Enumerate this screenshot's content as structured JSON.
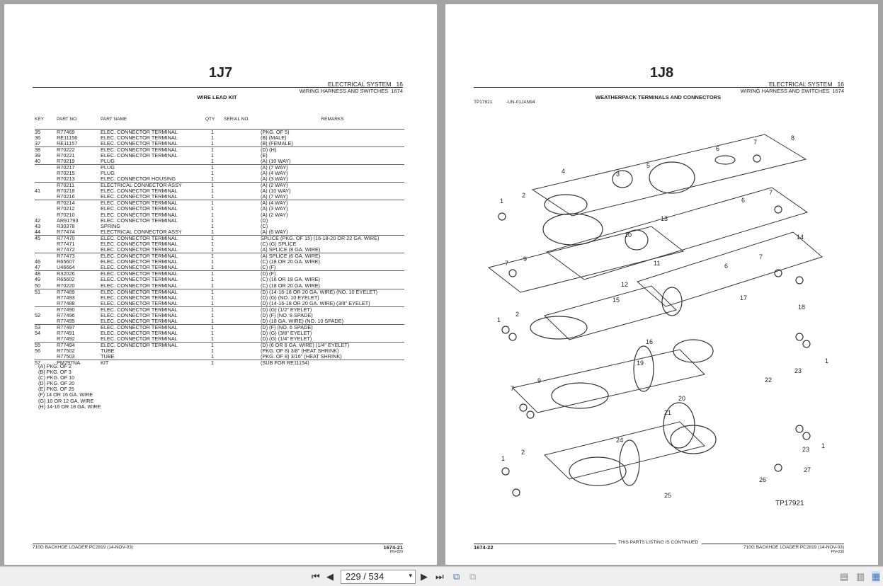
{
  "left_page": {
    "code": "1J7",
    "section": "ELECTRICAL SYSTEM",
    "section_no": "16",
    "subsection": "WIRING HARNESS AND SWITCHES",
    "subsection_no": "1674",
    "title": "WIRE LEAD KIT",
    "columns": [
      "KEY",
      "PART NO.",
      "PART NAME",
      "QTY",
      "SERIAL NO.",
      "REMARKS"
    ],
    "rows": [
      [
        "35",
        "R77469",
        "ELEC. CONNECTOR TERMINAL",
        "1",
        "",
        "(PKG. OF 5)"
      ],
      [
        "36",
        "RE11156",
        "ELEC. CONNECTOR TERMINAL",
        "1",
        "",
        "(B) (MALE)"
      ],
      [
        "37",
        "RE11157",
        "ELEC. CONNECTOR TERMINAL",
        "1",
        "",
        "(B) (FEMALE)"
      ],
      [
        "38",
        "R70222",
        "ELEC. CONNECTOR TERMINAL",
        "1",
        "",
        "(D) (H)"
      ],
      [
        "39",
        "R70221",
        "ELEC. CONNECTOR TERMINAL",
        "1",
        "",
        "(E)"
      ],
      [
        "40",
        "R70219",
        "PLUG",
        "1",
        "",
        "(A) (10 WAY)"
      ],
      [
        "",
        "R70217",
        "PLUG",
        "1",
        "",
        "(A) (7 WAY)"
      ],
      [
        "",
        "R70215",
        "PLUG",
        "1",
        "",
        "(A) (4 WAY)"
      ],
      [
        "",
        "R70213",
        "ELEC. CONNECTOR HOUSING",
        "1",
        "",
        "(A) (3 WAY)"
      ],
      [
        "",
        "R70211",
        "ELECTRICAL CONNECTOR ASSY",
        "1",
        "",
        "(A) (2 WAY)"
      ],
      [
        "41",
        "R70218",
        "ELEC. CONNECTOR TERMINAL",
        "1",
        "",
        "(A) (10 WAY)"
      ],
      [
        "",
        "R70216",
        "ELEC. CONNECTOR TERMINAL",
        "1",
        "",
        "(A) (7 WAY)"
      ],
      [
        "",
        "R70214",
        "ELEC. CONNECTOR TERMINAL",
        "1",
        "",
        "(A) (4 WAY)"
      ],
      [
        "",
        "R70212",
        "ELEC. CONNECTOR TERMINAL",
        "1",
        "",
        "(A) (3 WAY)"
      ],
      [
        "",
        "R70210",
        "ELEC. CONNECTOR TERMINAL",
        "1",
        "",
        "(A) (2 WAY)"
      ],
      [
        "42",
        "AR91793",
        "ELEC. CONNECTOR TERMINAL",
        "1",
        "",
        "(D)"
      ],
      [
        "43",
        "R30378",
        "SPRING",
        "1",
        "",
        "(C)"
      ],
      [
        "44",
        "R77474",
        "ELECTRICAL CONNECTOR ASSY",
        "1",
        "",
        "(A) (6 WAY)"
      ],
      [
        "45",
        "R77470",
        "ELEC. CONNECTOR TERMINAL",
        "1",
        "",
        "SPLICE (PKG. OF 15) (16-18-20 OR 22 GA. WIRE)"
      ],
      [
        "",
        "R77471",
        "ELEC. CONNECTOR TERMINAL",
        "1",
        "",
        "(C) (G) SPLICE"
      ],
      [
        "",
        "R77472",
        "ELEC. CONNECTOR TERMINAL",
        "1",
        "",
        "(A) SPLICE (8 GA. WIRE)"
      ],
      [
        "",
        "R77473",
        "ELEC. CONNECTOR TERMINAL",
        "1",
        "",
        "(A) SPLICE (6 GA. WIRE)"
      ],
      [
        "46",
        "R65607",
        "ELEC. CONNECTOR TERMINAL",
        "1",
        "",
        "(C) (18 OR 20 GA. WIRE)"
      ],
      [
        "47",
        "U46664",
        "ELEC. CONNECTOR TERMINAL",
        "1",
        "",
        "(C) (F)"
      ],
      [
        "48",
        "R32026",
        "ELEC. CONNECTOR TERMINAL",
        "1",
        "",
        "(D) (F)"
      ],
      [
        "49",
        "R65602",
        "ELEC. CONNECTOR TERMINAL",
        "1",
        "",
        "(C) (16 OR 18 GA. WIRE)"
      ],
      [
        "50",
        "R70220",
        "ELEC. CONNECTOR TERMINAL",
        "1",
        "",
        "(C) (18 OR 20 GA. WIRE)"
      ],
      [
        "51",
        "R77489",
        "ELEC. CONNECTOR TERMINAL",
        "1",
        "",
        "(D) (14-16-18 OR 20 GA. WIRE) (NO. 10 EYELET)"
      ],
      [
        "",
        "R77493",
        "ELEC. CONNECTOR TERMINAL",
        "1",
        "",
        "(D) (G) (NO. 10 EYELET)"
      ],
      [
        "",
        "R77488",
        "ELEC. CONNECTOR TERMINAL",
        "1",
        "",
        "(D) (14-16-18 OR 20 GA. WIRE) (3/8\" EYELET)"
      ],
      [
        "",
        "R77490",
        "ELEC. CONNECTOR TERMINAL",
        "1",
        "",
        "(D) (G) (1/2\" EYELET)"
      ],
      [
        "52",
        "R77496",
        "ELEC. CONNECTOR TERMINAL",
        "1",
        "",
        "(D) (F) (NO. 8 SPADE)"
      ],
      [
        "",
        "R77495",
        "ELEC. CONNECTOR TERMINAL",
        "1",
        "",
        "(D) (18 GA. WIRE) (NO. 10 SPADE)"
      ],
      [
        "53",
        "R77497",
        "ELEC. CONNECTOR TERMINAL",
        "1",
        "",
        "(D) (F) (NO. 6 SPADE)"
      ],
      [
        "54",
        "R77491",
        "ELEC. CONNECTOR TERMINAL",
        "1",
        "",
        "(D) (G) (3/8\" EYELET)"
      ],
      [
        "",
        "R77492",
        "ELEC. CONNECTOR TERMINAL",
        "1",
        "",
        "(D) (G) (1/4\" EYELET)"
      ],
      [
        "55",
        "R77494",
        "ELEC. CONNECTOR TERMINAL",
        "1",
        "",
        "(D) (6 OR 8 GA. WIRE) (1/4\" EYELET)"
      ],
      [
        "56",
        "R77502",
        "TUBE",
        "1",
        "",
        "(PKG. OF 8) 3/8\" (HEAT SHRINK)"
      ],
      [
        "",
        "R77503",
        "TUBE",
        "1",
        "",
        "(PKG. OF 8) 3/16\" (HEAT SHRINK)"
      ],
      [
        "57",
        "PM797NA",
        "KIT",
        "1",
        "",
        "(SUB FOR RE11154)"
      ]
    ],
    "notes": [
      "(A) PKG. OF 2",
      "(B) PKG. OF 3",
      "(C) PKG. OF 10",
      "(D) PKG. OF 20",
      "(E) PKG. OF 25",
      "(F) 14 OR 16 GA. WIRE",
      "(G) 10 OR 12 GA. WIRE",
      "(H) 14-16 OR 18 GA. WIRE"
    ],
    "footer_left": "710G BACKHOE LOADER   PC2819     (14-NOV-03)",
    "page_no": "1674-21",
    "pn": "PN=229"
  },
  "right_page": {
    "code": "1J8",
    "section": "ELECTRICAL SYSTEM",
    "section_no": "16",
    "subsection": "WIRING HARNESS AND SWITCHES",
    "subsection_no": "1674",
    "title": "WEATHERPACK TERMINALS AND CONNECTORS",
    "figure_id": "TP17921",
    "figure_date": "-UN-01JAN94",
    "figure_label": "TP17921",
    "callouts": [
      "1",
      "2",
      "3",
      "4",
      "5",
      "6",
      "7",
      "8",
      "13",
      "14",
      "6",
      "7",
      "10",
      "11",
      "12",
      "7",
      "9",
      "6",
      "7",
      "17",
      "18",
      "15",
      "16",
      "1",
      "2",
      "19",
      "20",
      "21",
      "22",
      "23",
      "1",
      "7",
      "9",
      "24",
      "25",
      "26",
      "27",
      "23",
      "1",
      "1",
      "2"
    ],
    "continued": "THIS PARTS LISTING IS CONTINUED",
    "page_no": "1674-22",
    "footer_right": "710G BACKHOE LOADER   PC2819     (14-NOV-03)",
    "pn": "PN=230"
  },
  "toolbar": {
    "page_value": "229 / 534",
    "first_icon": "first-page-icon",
    "prev_icon": "prev-page-icon",
    "next_icon": "next-page-icon",
    "last_icon": "last-page-icon"
  }
}
